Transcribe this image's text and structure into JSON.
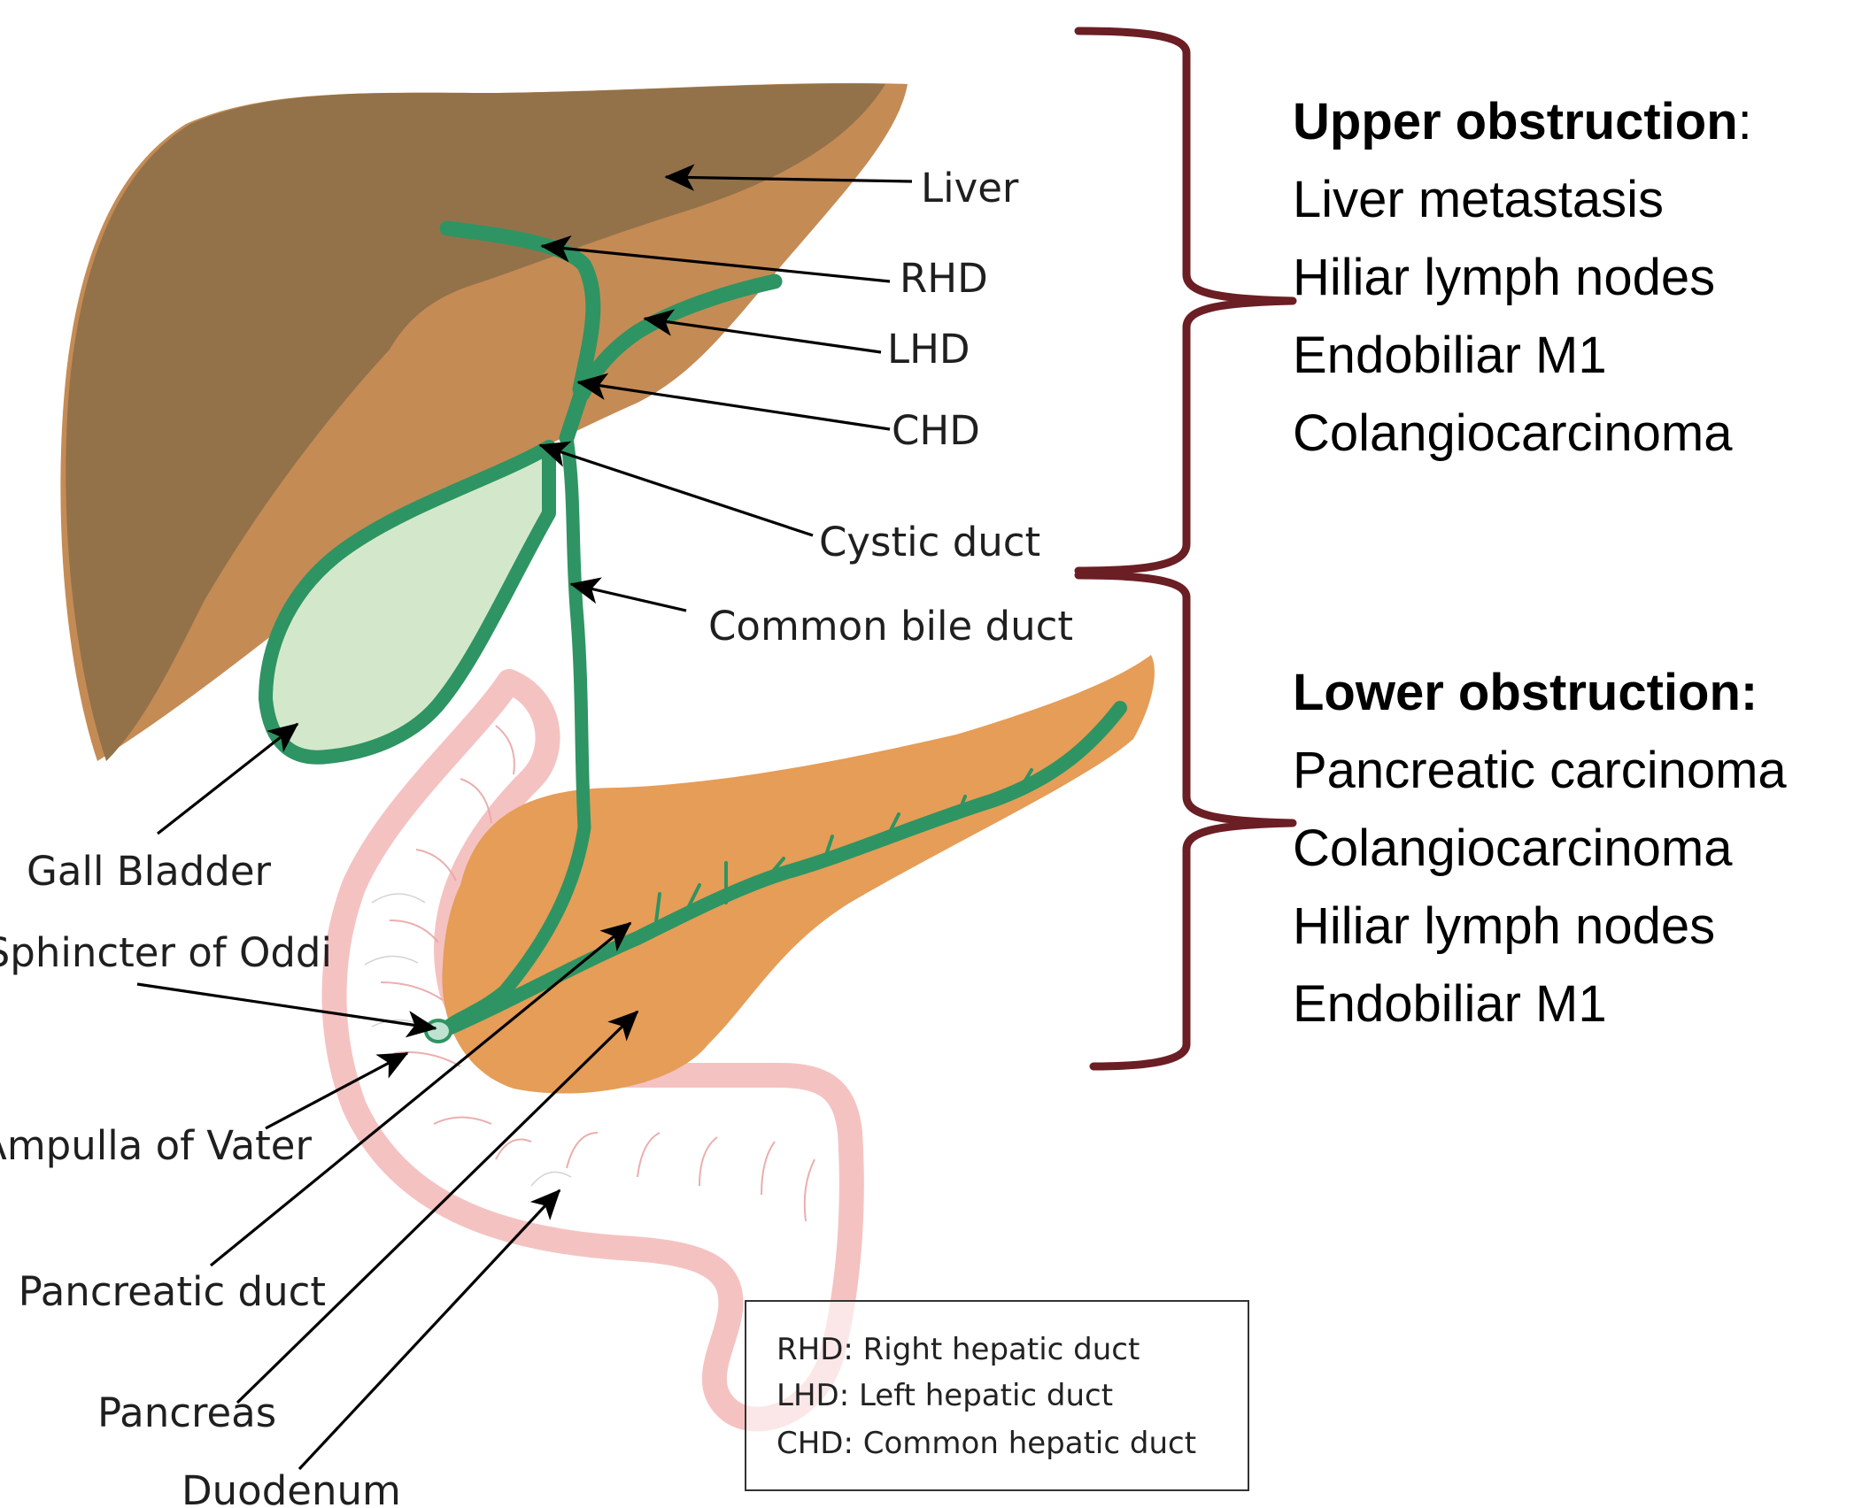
{
  "labels": {
    "liver": "Liver",
    "rhd": "RHD",
    "lhd": "LHD",
    "chd": "CHD",
    "cystic_duct": "Cystic duct",
    "common_bile_duct": "Common bile duct",
    "gall_bladder": "Gall Bladder",
    "sphincter": "Sphincter of Oddi",
    "ampulla": "Ampulla of Vater",
    "pancreatic_duct": "Pancreatic duct",
    "pancreas": "Pancreas",
    "duodenum": "Duodenum"
  },
  "upper": {
    "heading": "Upper obstruction",
    "heading_suffix": ":",
    "items": [
      "Liver metastasis",
      "Hiliar lymph nodes",
      "Endobiliar M1",
      "Colangiocarcinoma"
    ]
  },
  "lower": {
    "heading": "Lower obstruction:",
    "items": [
      "Pancreatic carcinoma",
      "Colangiocarcinoma",
      "Hiliar lymph nodes",
      "Endobiliar M1"
    ]
  },
  "legend": {
    "rows": [
      {
        "abbr": "RHD",
        "text": ": Right hepatic duct"
      },
      {
        "abbr": "LHD",
        "text": ": Left hepatic duct"
      },
      {
        "abbr": "CHD",
        "text": ": Common hepatic duct"
      }
    ]
  },
  "colors": {
    "liver_dark": "#93724a",
    "liver_light": "#c58b55",
    "duct": "#2e9463",
    "gallbladder_fill": "#d3e8ca",
    "pancreas": "#e59d57",
    "duodenum": "#f5c2c2",
    "brace": "#6b1e24"
  }
}
